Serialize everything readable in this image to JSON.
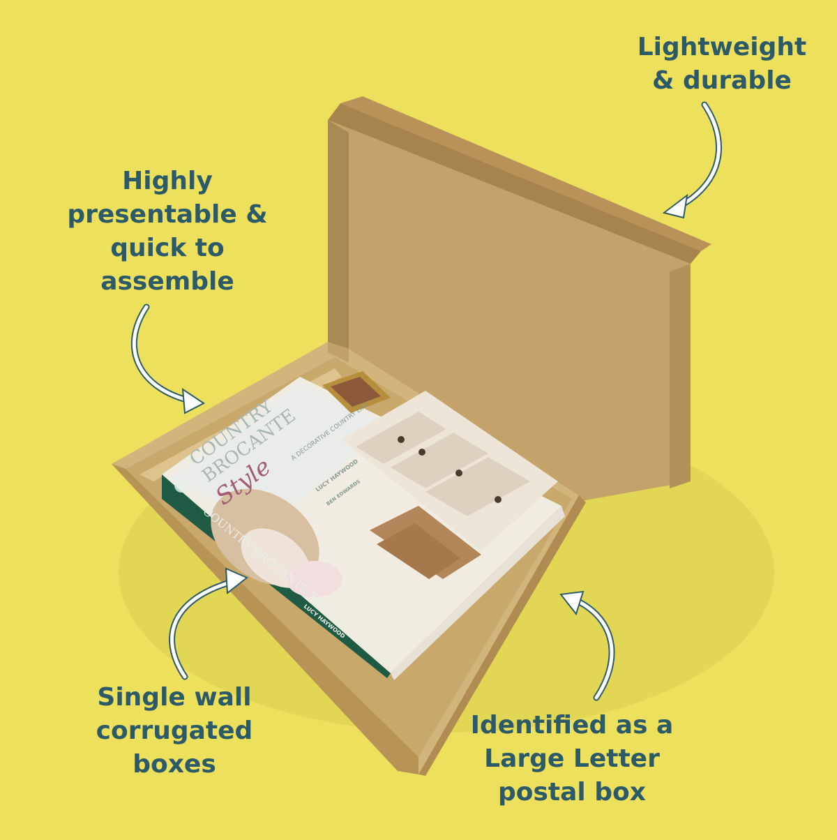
{
  "callouts": {
    "lightweight": [
      "Lightweight",
      "& durable"
    ],
    "presentable": [
      "Highly",
      "presentable &",
      "quick to",
      "assemble"
    ],
    "single_wall": [
      "Single wall",
      "corrugated",
      "boxes"
    ],
    "identified": [
      "Identified as a",
      "Large Letter",
      "postal box"
    ]
  },
  "book": {
    "title_line1": "COUNTRY",
    "title_line2": "BROCANTE",
    "title_script": "Style",
    "subtitle": "A DECORATIVE COUNTRY LIFE",
    "author": "LUCY HAYWOOD",
    "photographer": "BEN EDWARDS",
    "spine_title": "COUNTRY BROCANTE Style",
    "spine_author": "LUCY HAYWOOD"
  },
  "colors": {
    "background": "#ece05c",
    "text": "#2d5a68",
    "cardboard": "#c9a86b",
    "book_spine": "#1f5a45"
  },
  "icons": {
    "arrows": "hand-drawn-white-arrow-icon"
  }
}
